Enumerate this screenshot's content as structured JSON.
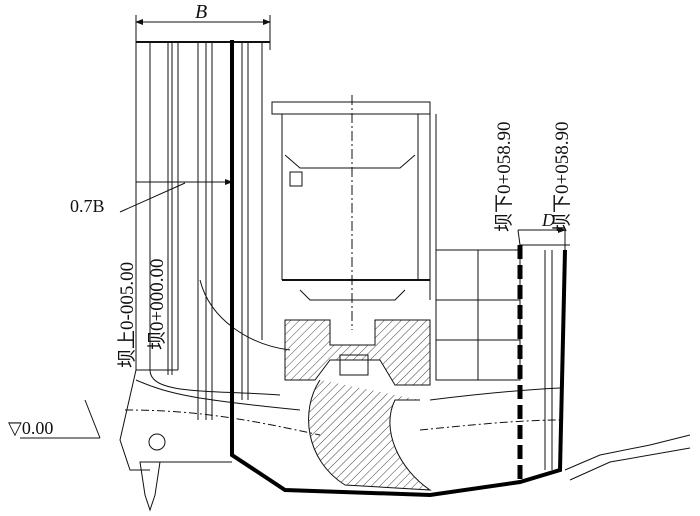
{
  "drawing": {
    "dim_b": "B",
    "dim_07b": "0.7B",
    "dim_d": "D",
    "station_upstream": "坝上0-005.00",
    "station_axis": "坝0+000.00",
    "station_downstream_1": "坝下0+058.90",
    "station_downstream_2": "坝下0+058.90",
    "elevation": "▽0.00"
  },
  "colors": {
    "line": "#111111",
    "hatch": "#555555"
  }
}
